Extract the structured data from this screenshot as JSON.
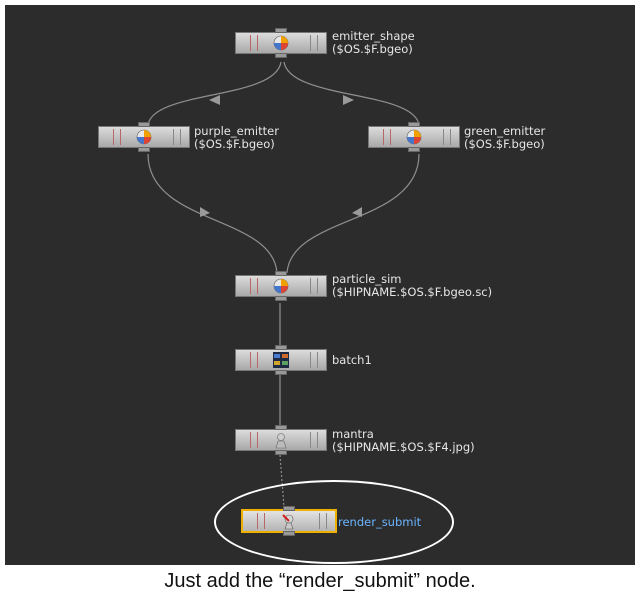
{
  "nodes": {
    "emitter_shape": {
      "name": "emitter_shape",
      "path": "($OS.$F.bgeo)",
      "icon": "geometry-rop-icon"
    },
    "purple_emitter": {
      "name": "purple_emitter",
      "path": "($OS.$F.bgeo)",
      "icon": "geometry-rop-icon"
    },
    "green_emitter": {
      "name": "green_emitter",
      "path": "($OS.$F.bgeo)",
      "icon": "geometry-rop-icon"
    },
    "particle_sim": {
      "name": "particle_sim",
      "path": "($HIPNAME.$OS.$F.bgeo.sc)",
      "icon": "geometry-rop-icon"
    },
    "batch1": {
      "name": "batch1",
      "path": "",
      "icon": "batch-icon"
    },
    "mantra": {
      "name": "mantra",
      "path": "($HIPNAME.$OS.$F4.jpg)",
      "icon": "mantra-icon"
    },
    "render_submit": {
      "name": "render_submit",
      "path": "",
      "icon": "render-submit-icon",
      "selected": true
    }
  },
  "caption": "Just add the “render_submit” node.",
  "colors": {
    "background": "#2c2c2c",
    "selected_border": "#f0b000",
    "selected_label": "#6ab4ff",
    "wire": "#9a9a9a"
  }
}
